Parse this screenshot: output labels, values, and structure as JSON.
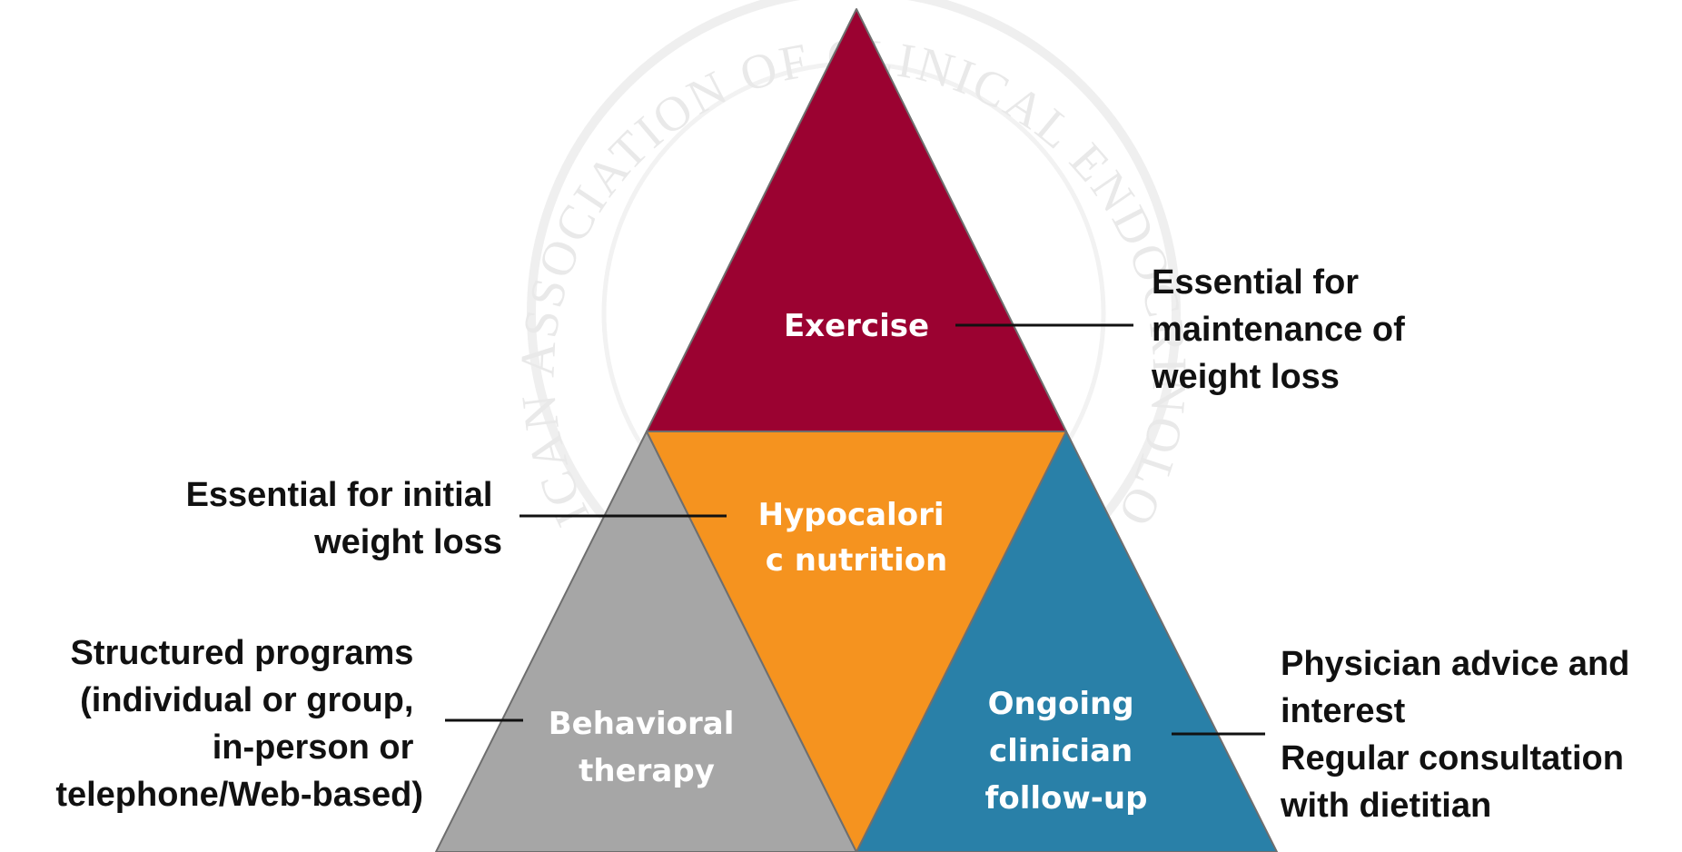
{
  "watermark": {
    "text": "AMERICAN ASSOCIATION OF CLINICAL ENDOCRINOLOGISTS"
  },
  "colors": {
    "exercise": "#9b0231",
    "nutrition": "#f5931f",
    "behavioral": "#a6a6a6",
    "followup": "#2980a8",
    "outline": "#6e6e6e",
    "leader": "#111111"
  },
  "segments": {
    "exercise": [
      "Exercise"
    ],
    "nutrition": [
      "Hypocalori",
      "c nutrition"
    ],
    "behavioral": [
      "Behavioral",
      "therapy"
    ],
    "followup": [
      "Ongoing",
      "clinician",
      "follow-up"
    ]
  },
  "notes": {
    "exercise": [
      "Essential for",
      "maintenance of",
      "weight loss"
    ],
    "nutrition": [
      "Essential for initial",
      "weight loss"
    ],
    "behavioral": [
      "Structured programs",
      "(individual or group,",
      "in-person or",
      "telephone/Web-based)"
    ],
    "followup": [
      "Physician advice and",
      "interest",
      "Regular consultation",
      "with dietitian"
    ]
  }
}
